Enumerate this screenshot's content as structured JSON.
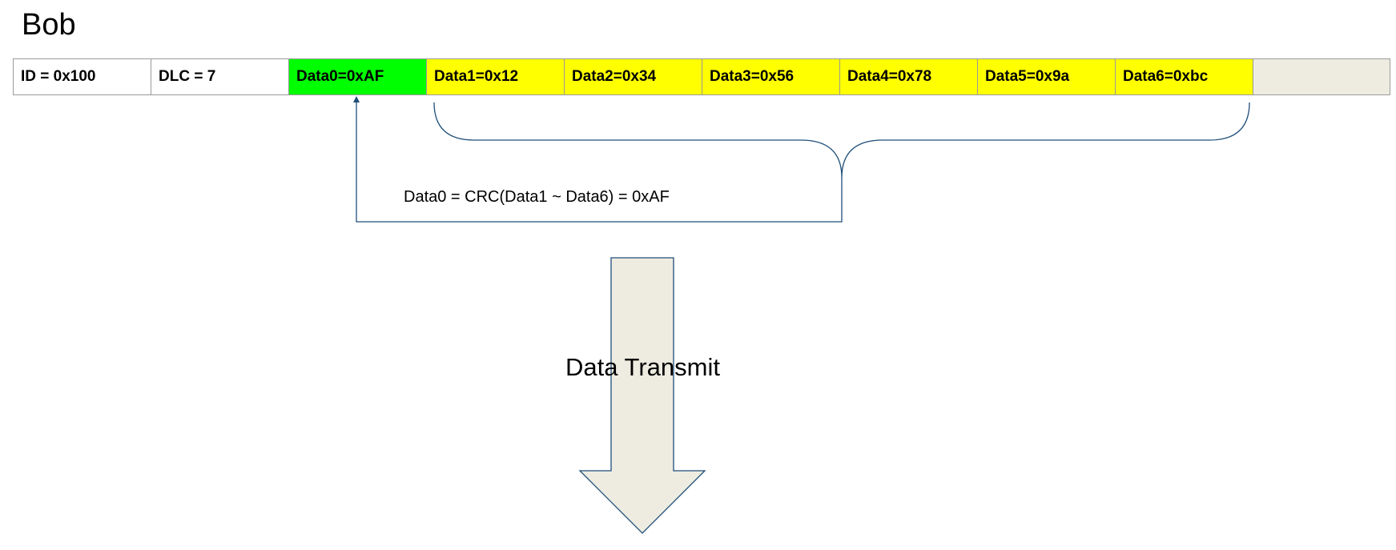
{
  "title": "Bob",
  "frame": {
    "fields": [
      {
        "label": "ID = 0x100",
        "role": "id",
        "fill": "#ffffff"
      },
      {
        "label": "DLC = 7",
        "role": "dlc",
        "fill": "#ffffff"
      },
      {
        "label": "Data0=0xAF",
        "role": "crc",
        "fill": "#00ff00"
      },
      {
        "label": "Data1=0x12",
        "role": "data",
        "fill": "#ffff00"
      },
      {
        "label": "Data2=0x34",
        "role": "data",
        "fill": "#ffff00"
      },
      {
        "label": "Data3=0x56",
        "role": "data",
        "fill": "#ffff00"
      },
      {
        "label": "Data4=0x78",
        "role": "data",
        "fill": "#ffff00"
      },
      {
        "label": "Data5=0x9a",
        "role": "data",
        "fill": "#ffff00"
      },
      {
        "label": "Data6=0xbc",
        "role": "data",
        "fill": "#ffff00"
      },
      {
        "label": "",
        "role": "unused",
        "fill": "#eeece1"
      }
    ]
  },
  "formula": "Data0 = CRC(Data1 ~ Data6) = 0xAF",
  "transmit": {
    "label": "Data Transmit",
    "fill": "#eeece1",
    "stroke": "#1f4e79"
  },
  "connector_color": "#1f4e79"
}
